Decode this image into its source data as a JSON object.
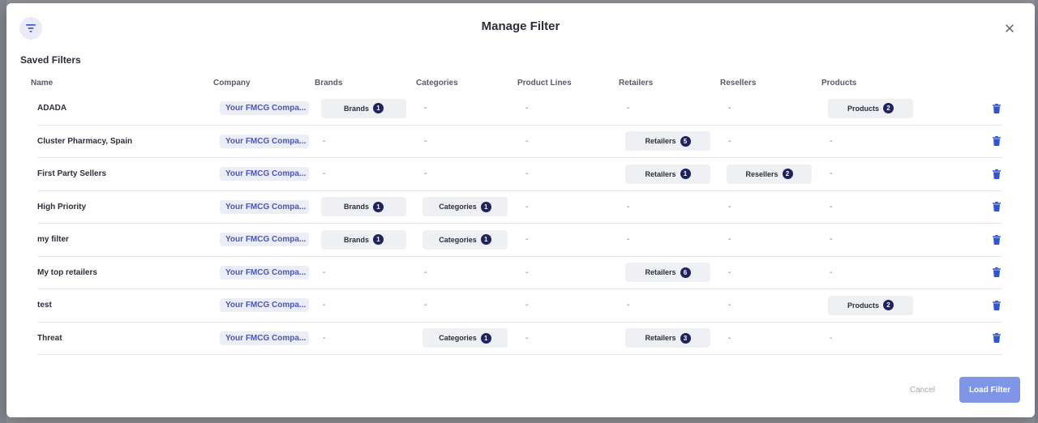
{
  "modal": {
    "title": "Manage Filter",
    "section_title": "Saved Filters",
    "icon": "filter-icon",
    "close_icon": "close-icon"
  },
  "columns": [
    "Name",
    "Company",
    "Brands",
    "Categories",
    "Product Lines",
    "Retailers",
    "Resellers",
    "Products"
  ],
  "rows": [
    {
      "name": "ADADA",
      "company": "Your FMCG Compa...",
      "brands": {
        "label": "Brands",
        "count": "1"
      },
      "categories": "-",
      "product_lines": "-",
      "retailers": "-",
      "resellers": "-",
      "products": {
        "label": "Products",
        "count": "2"
      }
    },
    {
      "name": "Cluster Pharmacy, Spain",
      "company": "Your FMCG Compa...",
      "brands": "-",
      "categories": "-",
      "product_lines": "-",
      "retailers": {
        "label": "Retailers",
        "count": "5"
      },
      "resellers": "-",
      "products": "-"
    },
    {
      "name": "First Party Sellers",
      "company": "Your FMCG Compa...",
      "brands": "-",
      "categories": "-",
      "product_lines": "-",
      "retailers": {
        "label": "Retailers",
        "count": "1"
      },
      "resellers": {
        "label": "Resellers",
        "count": "2"
      },
      "products": "-"
    },
    {
      "name": "High Priority",
      "company": "Your FMCG Compa...",
      "brands": {
        "label": "Brands",
        "count": "1"
      },
      "categories": {
        "label": "Categories",
        "count": "1"
      },
      "product_lines": "-",
      "retailers": "-",
      "resellers": "-",
      "products": "-"
    },
    {
      "name": "my filter",
      "company": "Your FMCG Compa...",
      "brands": {
        "label": "Brands",
        "count": "1"
      },
      "categories": {
        "label": "Categories",
        "count": "1"
      },
      "product_lines": "-",
      "retailers": "-",
      "resellers": "-",
      "products": "-"
    },
    {
      "name": "My top retailers",
      "company": "Your FMCG Compa...",
      "brands": "-",
      "categories": "-",
      "product_lines": "-",
      "retailers": {
        "label": "Retailers",
        "count": "6"
      },
      "resellers": "-",
      "products": "-"
    },
    {
      "name": "test",
      "company": "Your FMCG Compa...",
      "brands": "-",
      "categories": "-",
      "product_lines": "-",
      "retailers": "-",
      "resellers": "-",
      "products": {
        "label": "Products",
        "count": "2"
      }
    },
    {
      "name": "Threat",
      "company": "Your FMCG Compa...",
      "brands": "-",
      "categories": {
        "label": "Categories",
        "count": "1"
      },
      "product_lines": "-",
      "retailers": {
        "label": "Retailers",
        "count": "3"
      },
      "resellers": "-",
      "products": "-"
    }
  ],
  "footer": {
    "cancel_label": "Cancel",
    "load_label": "Load Filter"
  },
  "colors": {
    "accent": "#1e2360",
    "chip_text": "#4a55b8",
    "trash": "#2f55d4",
    "load_button": "#7f96e6"
  }
}
